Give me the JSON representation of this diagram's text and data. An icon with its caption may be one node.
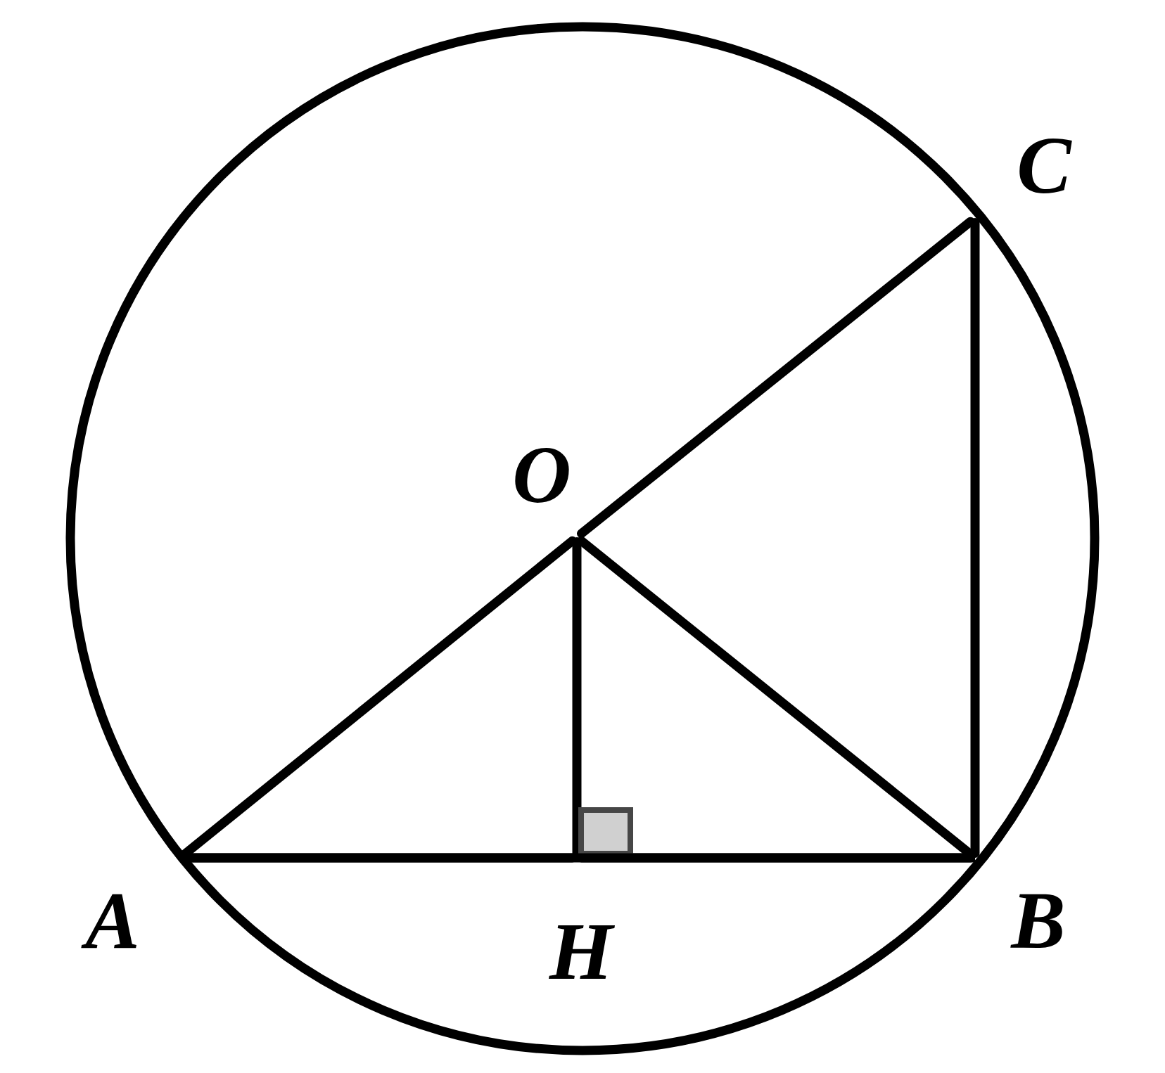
{
  "diagram": {
    "nodes": [
      {
        "text": [
          "A"
        ]
      },
      {
        "text": [
          "B"
        ]
      },
      {
        "text": [
          "C"
        ]
      },
      {
        "text": [
          "O"
        ]
      },
      {
        "text": [
          "H"
        ]
      }
    ],
    "edges": [
      {
        "from": 0,
        "to": 3,
        "arrow": "none"
      },
      {
        "from": 3,
        "to": 2,
        "arrow": "none"
      },
      {
        "from": 2,
        "to": 1,
        "arrow": "none"
      },
      {
        "from": 0,
        "to": 4,
        "arrow": "none"
      },
      {
        "from": 4,
        "to": 1,
        "arrow": "none"
      },
      {
        "from": 3,
        "to": 4,
        "arrow": "none"
      },
      {
        "from": 3,
        "to": 1,
        "arrow": "none"
      }
    ]
  }
}
